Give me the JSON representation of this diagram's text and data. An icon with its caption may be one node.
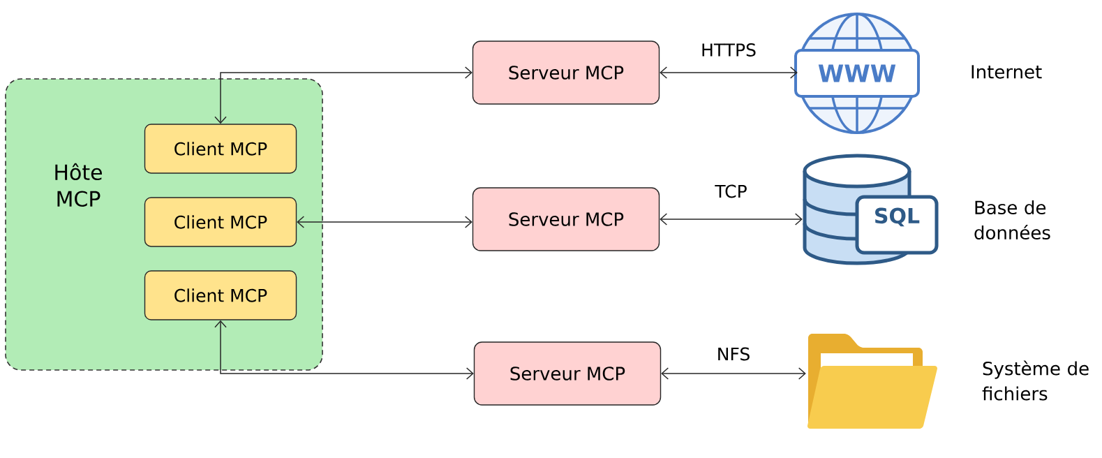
{
  "diagram": {
    "nodes": [
      {
        "text": [
          "Hôte MCP"
        ]
      },
      {
        "text": [
          "Client MCP"
        ],
        "in": 0
      },
      {
        "text": [
          "Client MCP"
        ],
        "in": 0
      },
      {
        "text": [
          "Client MCP"
        ],
        "in": 0
      },
      {
        "text": [
          "Serveur MCP"
        ]
      },
      {
        "text": [
          "Serveur MCP"
        ]
      },
      {
        "text": [
          "Serveur MCP"
        ]
      },
      {
        "text": [
          "WWW"
        ],
        "beside": [
          "Internet"
        ]
      },
      {
        "text": [
          "SQL"
        ],
        "beside": [
          "Base de données"
        ]
      },
      {
        "text": [],
        "shape": "folder",
        "beside": [
          "Système de fichiers"
        ]
      }
    ],
    "edges": [
      {
        "from": 1,
        "to": 4,
        "arrow": "both"
      },
      {
        "from": 2,
        "to": 5,
        "arrow": "both"
      },
      {
        "from": 3,
        "to": 6,
        "arrow": "both"
      },
      {
        "from": 4,
        "to": 7,
        "arrow": "both",
        "label": "HTTPS"
      },
      {
        "from": 5,
        "to": 8,
        "arrow": "both",
        "label": "TCP"
      },
      {
        "from": 6,
        "to": 9,
        "arrow": "both",
        "label": "NFS"
      }
    ]
  }
}
